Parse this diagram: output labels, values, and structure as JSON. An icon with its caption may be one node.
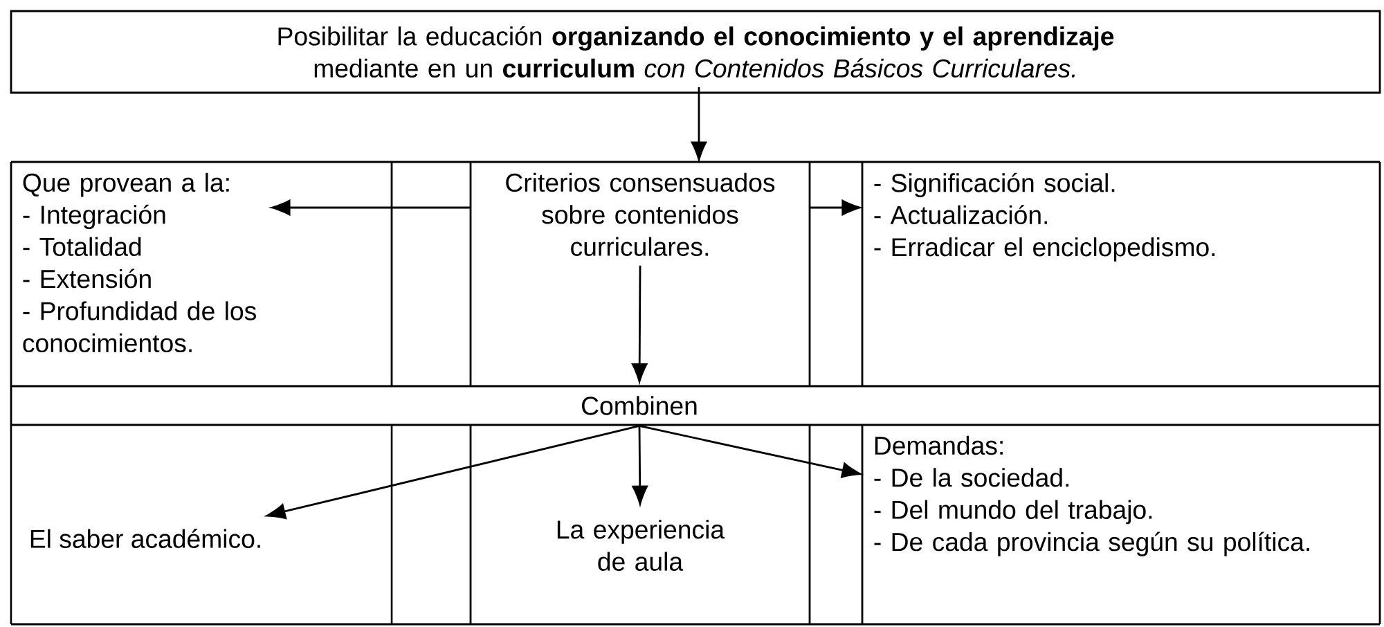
{
  "diagram": {
    "nodes": [
      {
        "text": [
          "Posibilitar la educación **organizando el conocimiento y el aprendizaje** mediante en un **curriculum** *con Contenidos Básicos Curriculares.*"
        ]
      },
      {
        "text": [
          "Que provean a la:",
          "- Integración",
          "- Totalidad",
          "- Extensión",
          "- Profundidad de los conocimientos."
        ]
      },
      {
        "text": [
          "Criterios consensuados sobre contenidos curriculares."
        ]
      },
      {
        "text": [
          "- Significación social.",
          "- Actualización.",
          "- Erradicar el enciclopedismo."
        ]
      },
      {
        "text": [
          "Combinen"
        ]
      },
      {
        "text": [
          "El saber académico."
        ]
      },
      {
        "text": [
          "La experiencia de aula"
        ]
      },
      {
        "text": [
          "Demandas:",
          "- De la sociedad.",
          "- Del mundo del trabajo.",
          "- De cada provincia según su política."
        ]
      }
    ],
    "edges": [
      {
        "from": 0,
        "to": 2,
        "arrow": "to"
      },
      {
        "from": 2,
        "to": 1,
        "arrow": "to"
      },
      {
        "from": 2,
        "to": 3,
        "arrow": "to"
      },
      {
        "from": 2,
        "to": 4,
        "arrow": "to"
      },
      {
        "from": 4,
        "to": 5,
        "arrow": "to"
      },
      {
        "from": 4,
        "to": 6,
        "arrow": "to"
      },
      {
        "from": 4,
        "to": 7,
        "arrow": "to"
      }
    ]
  }
}
